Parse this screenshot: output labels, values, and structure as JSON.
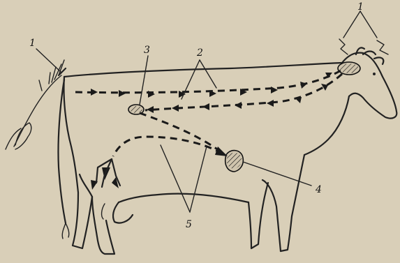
{
  "labels": {
    "label_1_left": "1",
    "label_1_right": "1",
    "label_2": "2",
    "label_3": "3",
    "label_4": "4",
    "label_5": "5"
  }
}
